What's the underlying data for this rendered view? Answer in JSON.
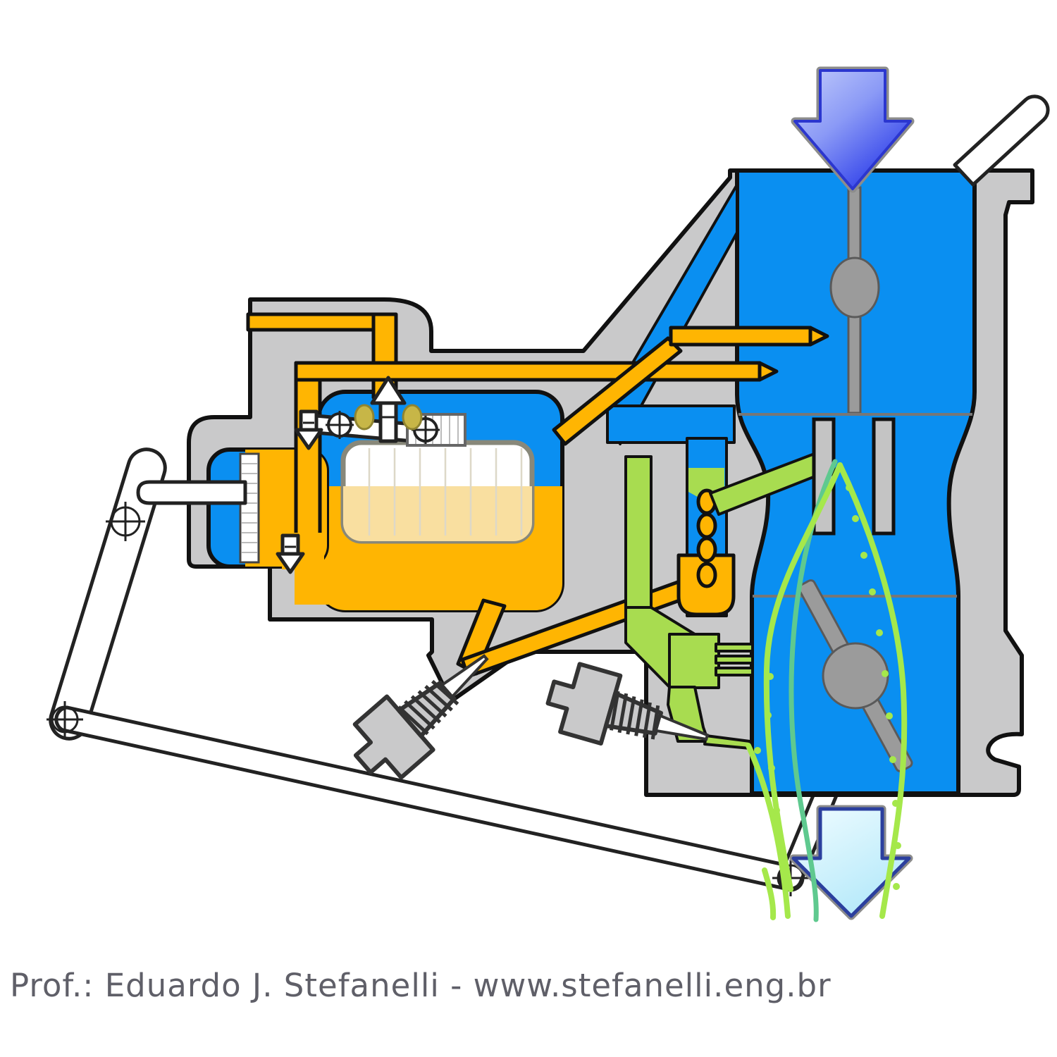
{
  "caption": {
    "text": "Prof.: Eduardo J. Stefanelli - www.stefanelli.eng.br"
  },
  "icons": {
    "air_intake": "arrow-down-blue",
    "mixture_outlet": "arrow-down-cyan"
  },
  "colors": {
    "body": "#c9c9ca",
    "line": "#111111",
    "air": "#0a8ff1",
    "fuel": "#ffb502",
    "fuel_light": "#f9dfa0",
    "mix": "#a8dc50",
    "spray": "#a5e84b",
    "spray2": "#5fc98f",
    "metal": "#9b9b9b",
    "metal_edge": "#5a5a5a",
    "olive": "#c7b647",
    "olive_edge": "#8f8430",
    "text": "#5f5f68",
    "arrow_top_a": "#c3cdfb",
    "arrow_top_b": "#2233e8",
    "arrow_top_border": "#2b36cf",
    "arrow_bot_a": "#effcff",
    "arrow_bot_b": "#b5e9fa",
    "arrow_bot_border": "#2b3f9e",
    "outline_gray": "#8c8c8c"
  }
}
